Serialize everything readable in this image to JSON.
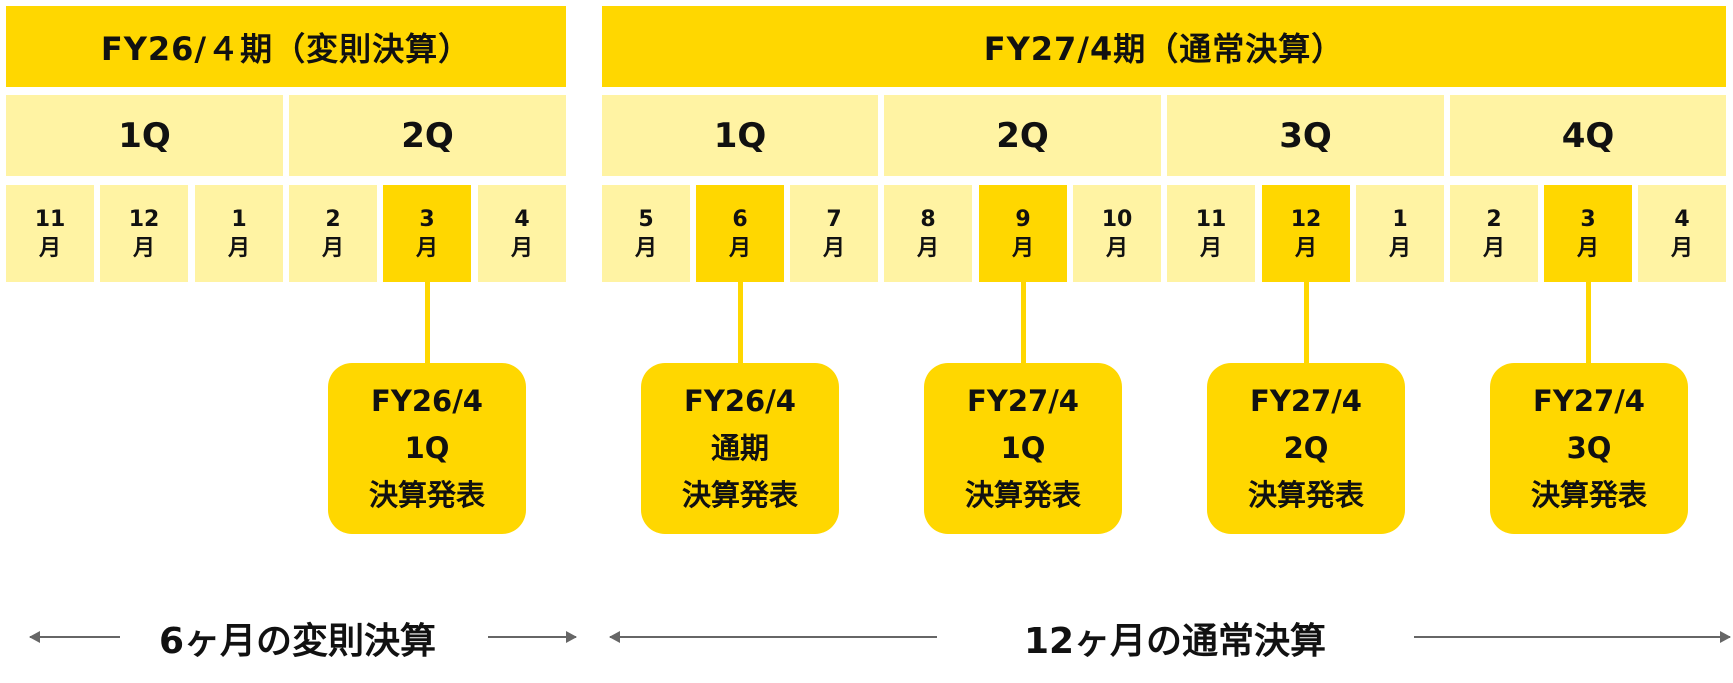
{
  "colors": {
    "accent": "#FFD700",
    "light": "#FFF3A3",
    "text": "#111111",
    "arrow": "#666666"
  },
  "fiscal_years": [
    {
      "title": "FY26/４期（変則決算）",
      "quarters": [
        "1Q",
        "2Q"
      ]
    },
    {
      "title": "FY27/4期（通常決算）",
      "quarters": [
        "1Q",
        "2Q",
        "3Q",
        "4Q"
      ]
    }
  ],
  "months": [
    {
      "num": "11",
      "unit": "月"
    },
    {
      "num": "12",
      "unit": "月"
    },
    {
      "num": "1",
      "unit": "月"
    },
    {
      "num": "2",
      "unit": "月"
    },
    {
      "num": "3",
      "unit": "月",
      "highlight": true
    },
    {
      "num": "4",
      "unit": "月"
    },
    {
      "num": "5",
      "unit": "月"
    },
    {
      "num": "6",
      "unit": "月",
      "highlight": true
    },
    {
      "num": "7",
      "unit": "月"
    },
    {
      "num": "8",
      "unit": "月"
    },
    {
      "num": "9",
      "unit": "月",
      "highlight": true
    },
    {
      "num": "10",
      "unit": "月"
    },
    {
      "num": "11",
      "unit": "月"
    },
    {
      "num": "12",
      "unit": "月",
      "highlight": true
    },
    {
      "num": "1",
      "unit": "月"
    },
    {
      "num": "2",
      "unit": "月"
    },
    {
      "num": "3",
      "unit": "月",
      "highlight": true
    },
    {
      "num": "4",
      "unit": "月"
    }
  ],
  "announcements": [
    {
      "line1": "FY26/4",
      "line2": "1Q",
      "line3": "決算発表"
    },
    {
      "line1": "FY26/4",
      "line2": "通期",
      "line3": "決算発表"
    },
    {
      "line1": "FY27/4",
      "line2": "1Q",
      "line3": "決算発表"
    },
    {
      "line1": "FY27/4",
      "line2": "2Q",
      "line3": "決算発表"
    },
    {
      "line1": "FY27/4",
      "line2": "3Q",
      "line3": "決算発表"
    }
  ],
  "spans": [
    {
      "label": "6ヶ月の変則決算",
      "icon_left": "arrow-left-icon",
      "icon_right": "arrow-right-icon"
    },
    {
      "label": "12ヶ月の通常決算",
      "icon_left": "arrow-left-icon",
      "icon_right": "arrow-right-icon"
    }
  ]
}
